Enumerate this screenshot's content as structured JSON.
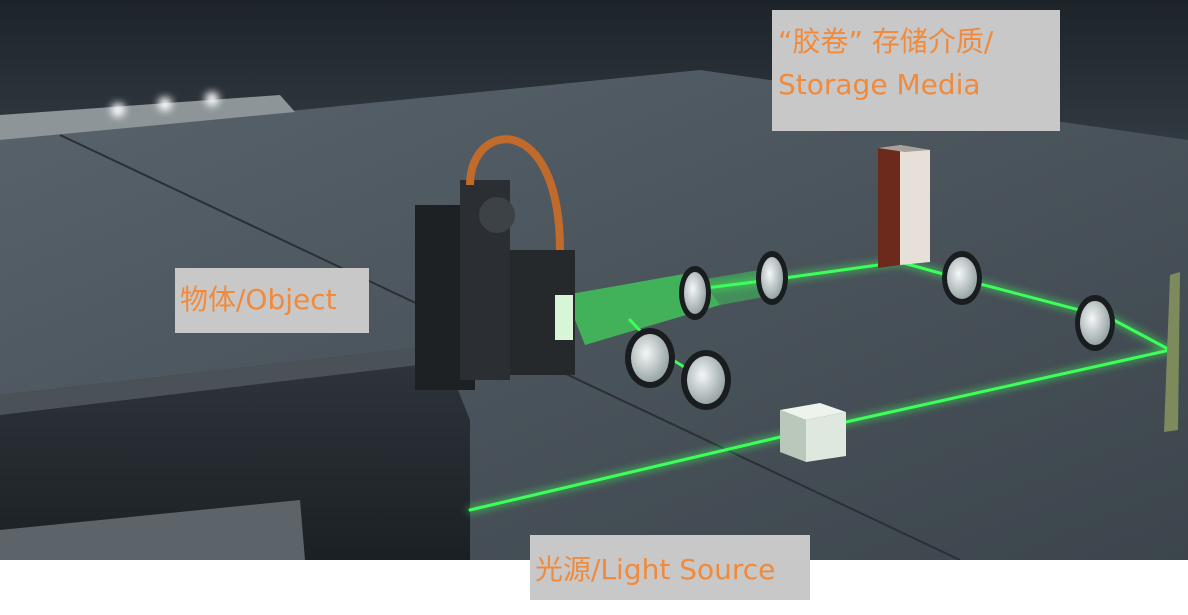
{
  "labels": {
    "storage_cn": "“胶卷” 存储介质/",
    "storage_en": "Storage Media",
    "object": "物体/Object",
    "light_source": "光源/Light Source"
  },
  "colors": {
    "label_text": "#f08a3c",
    "label_bg": "#c8c8c8",
    "laser": "#3dff5a",
    "surface": "#3a4248"
  }
}
